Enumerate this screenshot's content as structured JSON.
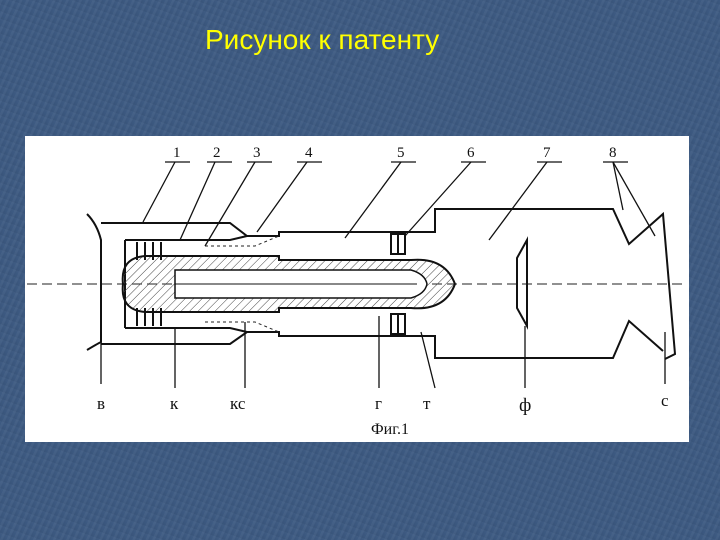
{
  "slide": {
    "title": "Рисунок к патенту"
  },
  "figure": {
    "caption": "Фиг.1",
    "top_numbers": [
      "1",
      "2",
      "3",
      "4",
      "5",
      "6",
      "7",
      "8"
    ],
    "bottom_letters": [
      "в",
      "к",
      "кс",
      "г",
      "т",
      "ф",
      "с"
    ]
  },
  "colors": {
    "background": "#3d5a82",
    "title": "#ffff00",
    "panel": "#ffffff",
    "ink": "#111111"
  }
}
